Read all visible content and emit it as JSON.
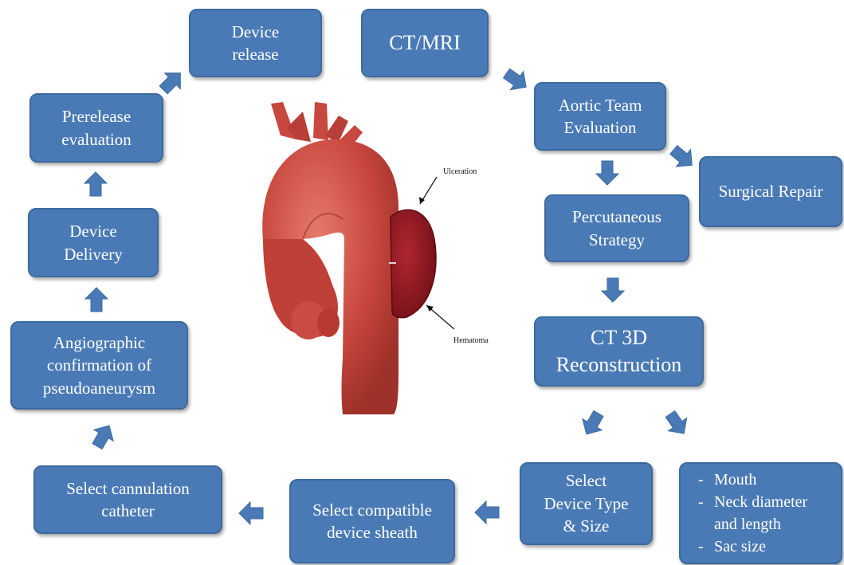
{
  "nodes": {
    "device_release": [
      "Device",
      "release"
    ],
    "ct_mri": [
      "CT/MRI"
    ],
    "prerelease_evaluation": [
      "Prerelease",
      "evaluation"
    ],
    "aortic_team": [
      "Aortic Team",
      "Evaluation"
    ],
    "surgical_repair": [
      "Surgical Repair"
    ],
    "device_delivery": [
      "Device",
      "Delivery"
    ],
    "percutaneous_strategy": [
      "Percutaneous",
      "Strategy"
    ],
    "angiographic": [
      "Angiographic",
      "confirmation of",
      "pseudoaneurysm"
    ],
    "ct_3d": [
      "CT 3D",
      "Reconstruction"
    ],
    "select_cannulation": [
      "Select cannulation",
      "catheter"
    ],
    "select_sheath": [
      "Select compatible",
      "device sheath"
    ],
    "select_device": [
      "Select",
      "Device Type",
      "& Size"
    ],
    "measurements": [
      {
        "dash": "-",
        "text": "Mouth"
      },
      {
        "dash": "-",
        "text": "Neck diameter"
      },
      {
        "dash": "",
        "text": "and length"
      },
      {
        "dash": "-",
        "text": "Sac size"
      }
    ]
  },
  "illustration": {
    "ulceration_label": "Ulceration",
    "hematoma_label": "Hematoma"
  },
  "colors": {
    "box_fill": "#4a7ab5",
    "box_border": "#3b6a9f",
    "arrow": "#4a7ab5",
    "aorta": "#c8473e",
    "hematoma": "#8e1a22"
  }
}
